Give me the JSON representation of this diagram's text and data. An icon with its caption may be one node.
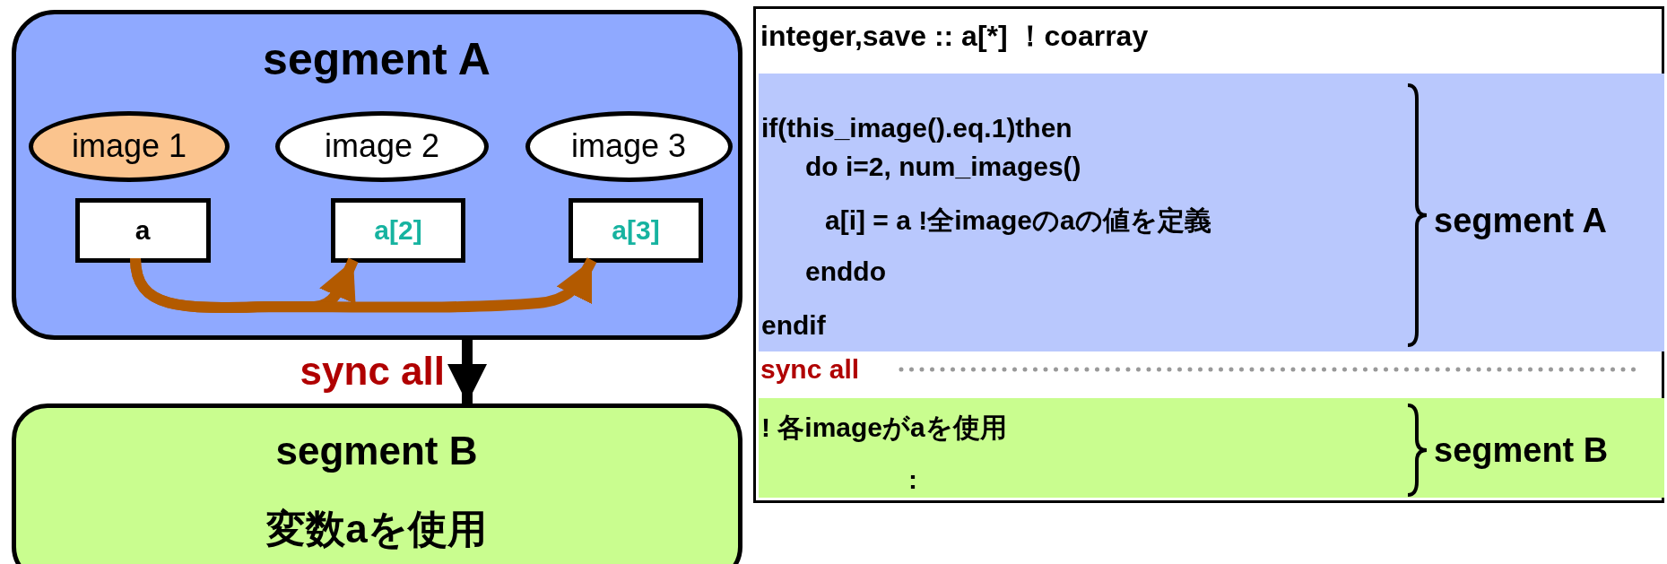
{
  "diagram": {
    "nodes": [
      {
        "text": [
          "segment A"
        ]
      },
      {
        "text": [
          "image 1"
        ],
        "in": 0
      },
      {
        "text": [
          "image 2"
        ],
        "in": 0
      },
      {
        "text": [
          "image 3"
        ],
        "in": 0
      },
      {
        "text": [
          "a"
        ],
        "in": 0
      },
      {
        "text": [
          "a[2]"
        ],
        "in": 0
      },
      {
        "text": [
          "a[3]"
        ],
        "in": 0
      },
      {
        "text": [
          "segment B",
          "変数aを使用"
        ]
      },
      {
        "text": [
          "integer,save :: a[*] ！coarray",
          "sync all"
        ]
      },
      {
        "text": [
          "if(this_image().eq.1)then",
          "do i=2, num_images()",
          "a[i] = a !全imageのaの値を定義",
          "enddo",
          "endif",
          "segment A"
        ],
        "in": 8
      },
      {
        "text": [
          "! 各imageがaを使用",
          ":",
          "segment B"
        ],
        "in": 8
      }
    ],
    "edges": [
      {
        "from": 4,
        "to": 5,
        "arrow": "to",
        "color": "#b35a00"
      },
      {
        "from": 4,
        "to": 6,
        "arrow": "to",
        "color": "#b35a00"
      },
      {
        "from": 0,
        "to": 7,
        "arrow": "to",
        "label": "sync all",
        "color": "#000000"
      }
    ]
  }
}
